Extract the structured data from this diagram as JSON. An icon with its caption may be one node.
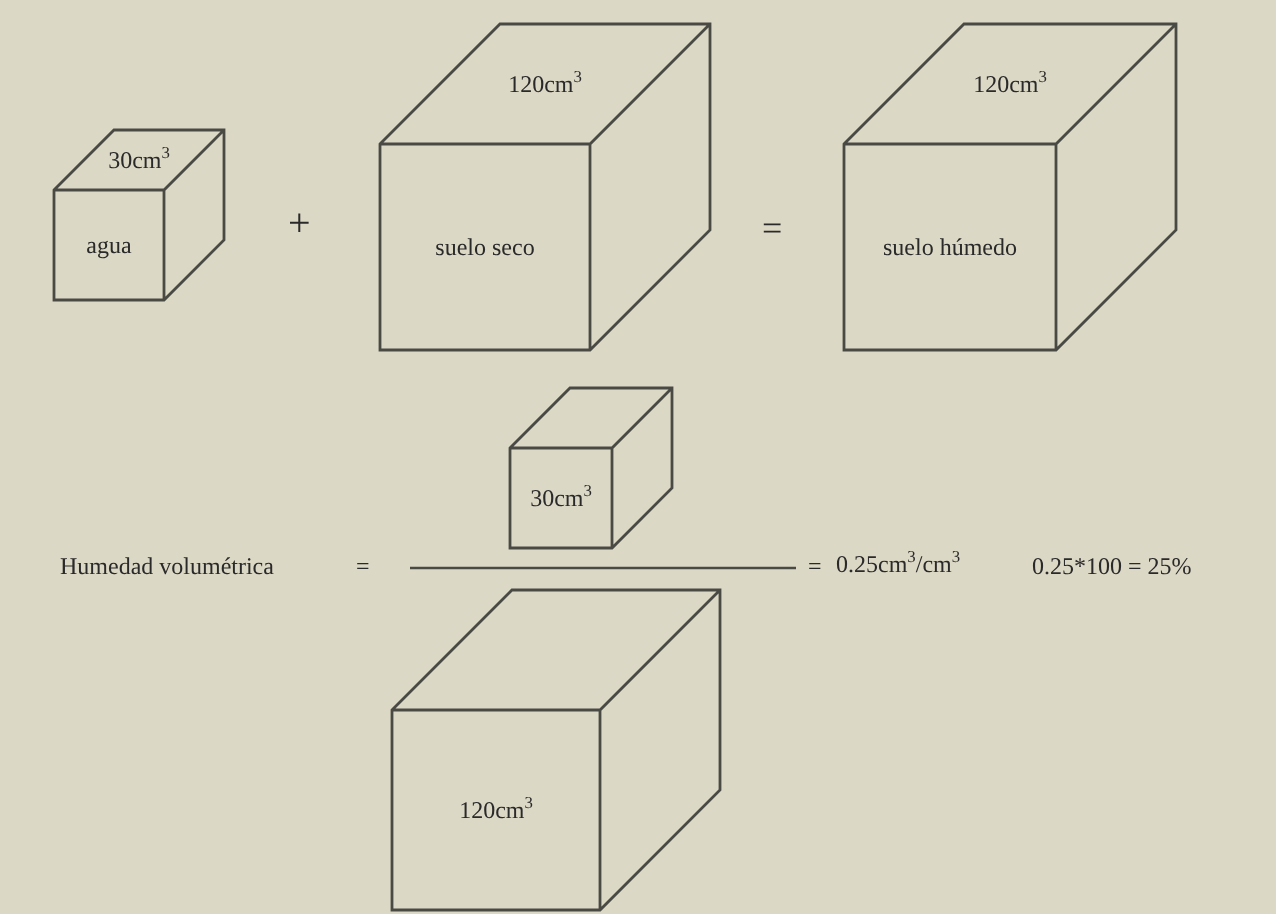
{
  "diagram": {
    "nodes": [
      {
        "text": [
          "30cm$^{3}$",
          "agua"
        ]
      },
      {
        "text": [
          "120cm$^{3}$",
          "suelo seco"
        ]
      },
      {
        "text": [
          "120cm$^{3}$",
          "suelo húmedo"
        ]
      },
      {
        "text": [
          "30cm$^{3}$"
        ]
      },
      {
        "text": [
          "120cm$^{3}$"
        ]
      }
    ],
    "edges": [],
    "labels": [
      "+",
      "=",
      "Humedad volumétrica",
      "=",
      "=",
      "0.25cm$^{3}$/cm$^{3}$",
      "0.25*100 = 25%"
    ]
  }
}
